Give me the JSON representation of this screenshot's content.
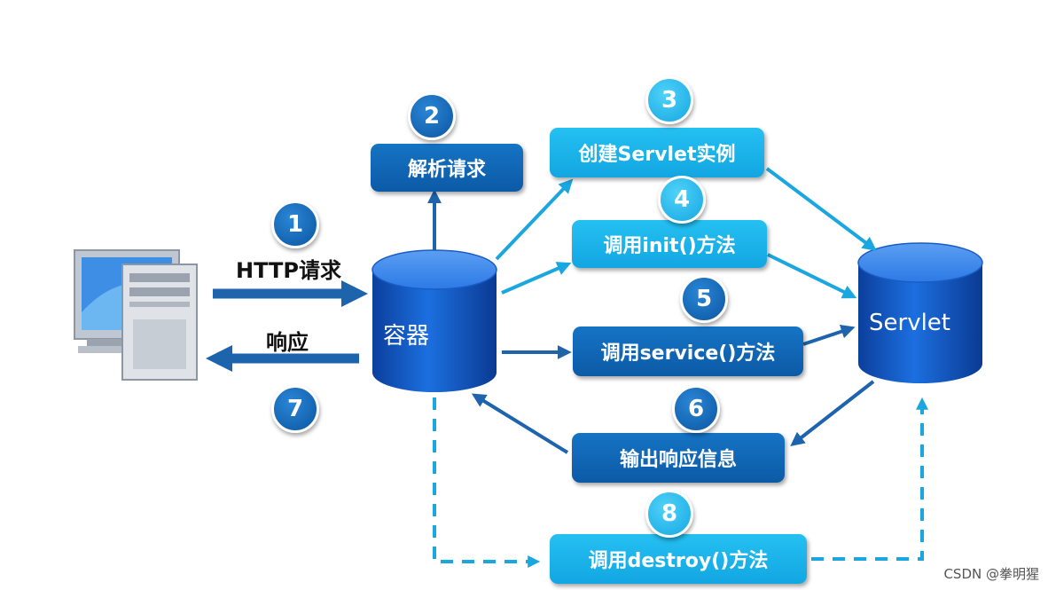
{
  "nodes": {
    "container": "容器",
    "servlet": "Servlet"
  },
  "steps": {
    "s1": {
      "num": "1",
      "label": "HTTP请求"
    },
    "s2": {
      "num": "2",
      "label": "解析请求"
    },
    "s3": {
      "num": "3",
      "label": "创建Servlet实例"
    },
    "s4": {
      "num": "4",
      "label": "调用init()方法"
    },
    "s5": {
      "num": "5",
      "label": "调用service()方法"
    },
    "s6": {
      "num": "6",
      "label": "输出响应信息"
    },
    "s7": {
      "num": "7",
      "label": "响应"
    },
    "s8": {
      "num": "8",
      "label": "调用destroy()方法"
    }
  },
  "colors": {
    "dark_blue": "#0c5aa6",
    "light_blue": "#12a6e2",
    "arrow_dark": "#1e64ad",
    "arrow_light": "#1aa6df"
  },
  "icons": {
    "client": "desktop-computer-icon"
  },
  "watermark": "CSDN @拳明猩"
}
